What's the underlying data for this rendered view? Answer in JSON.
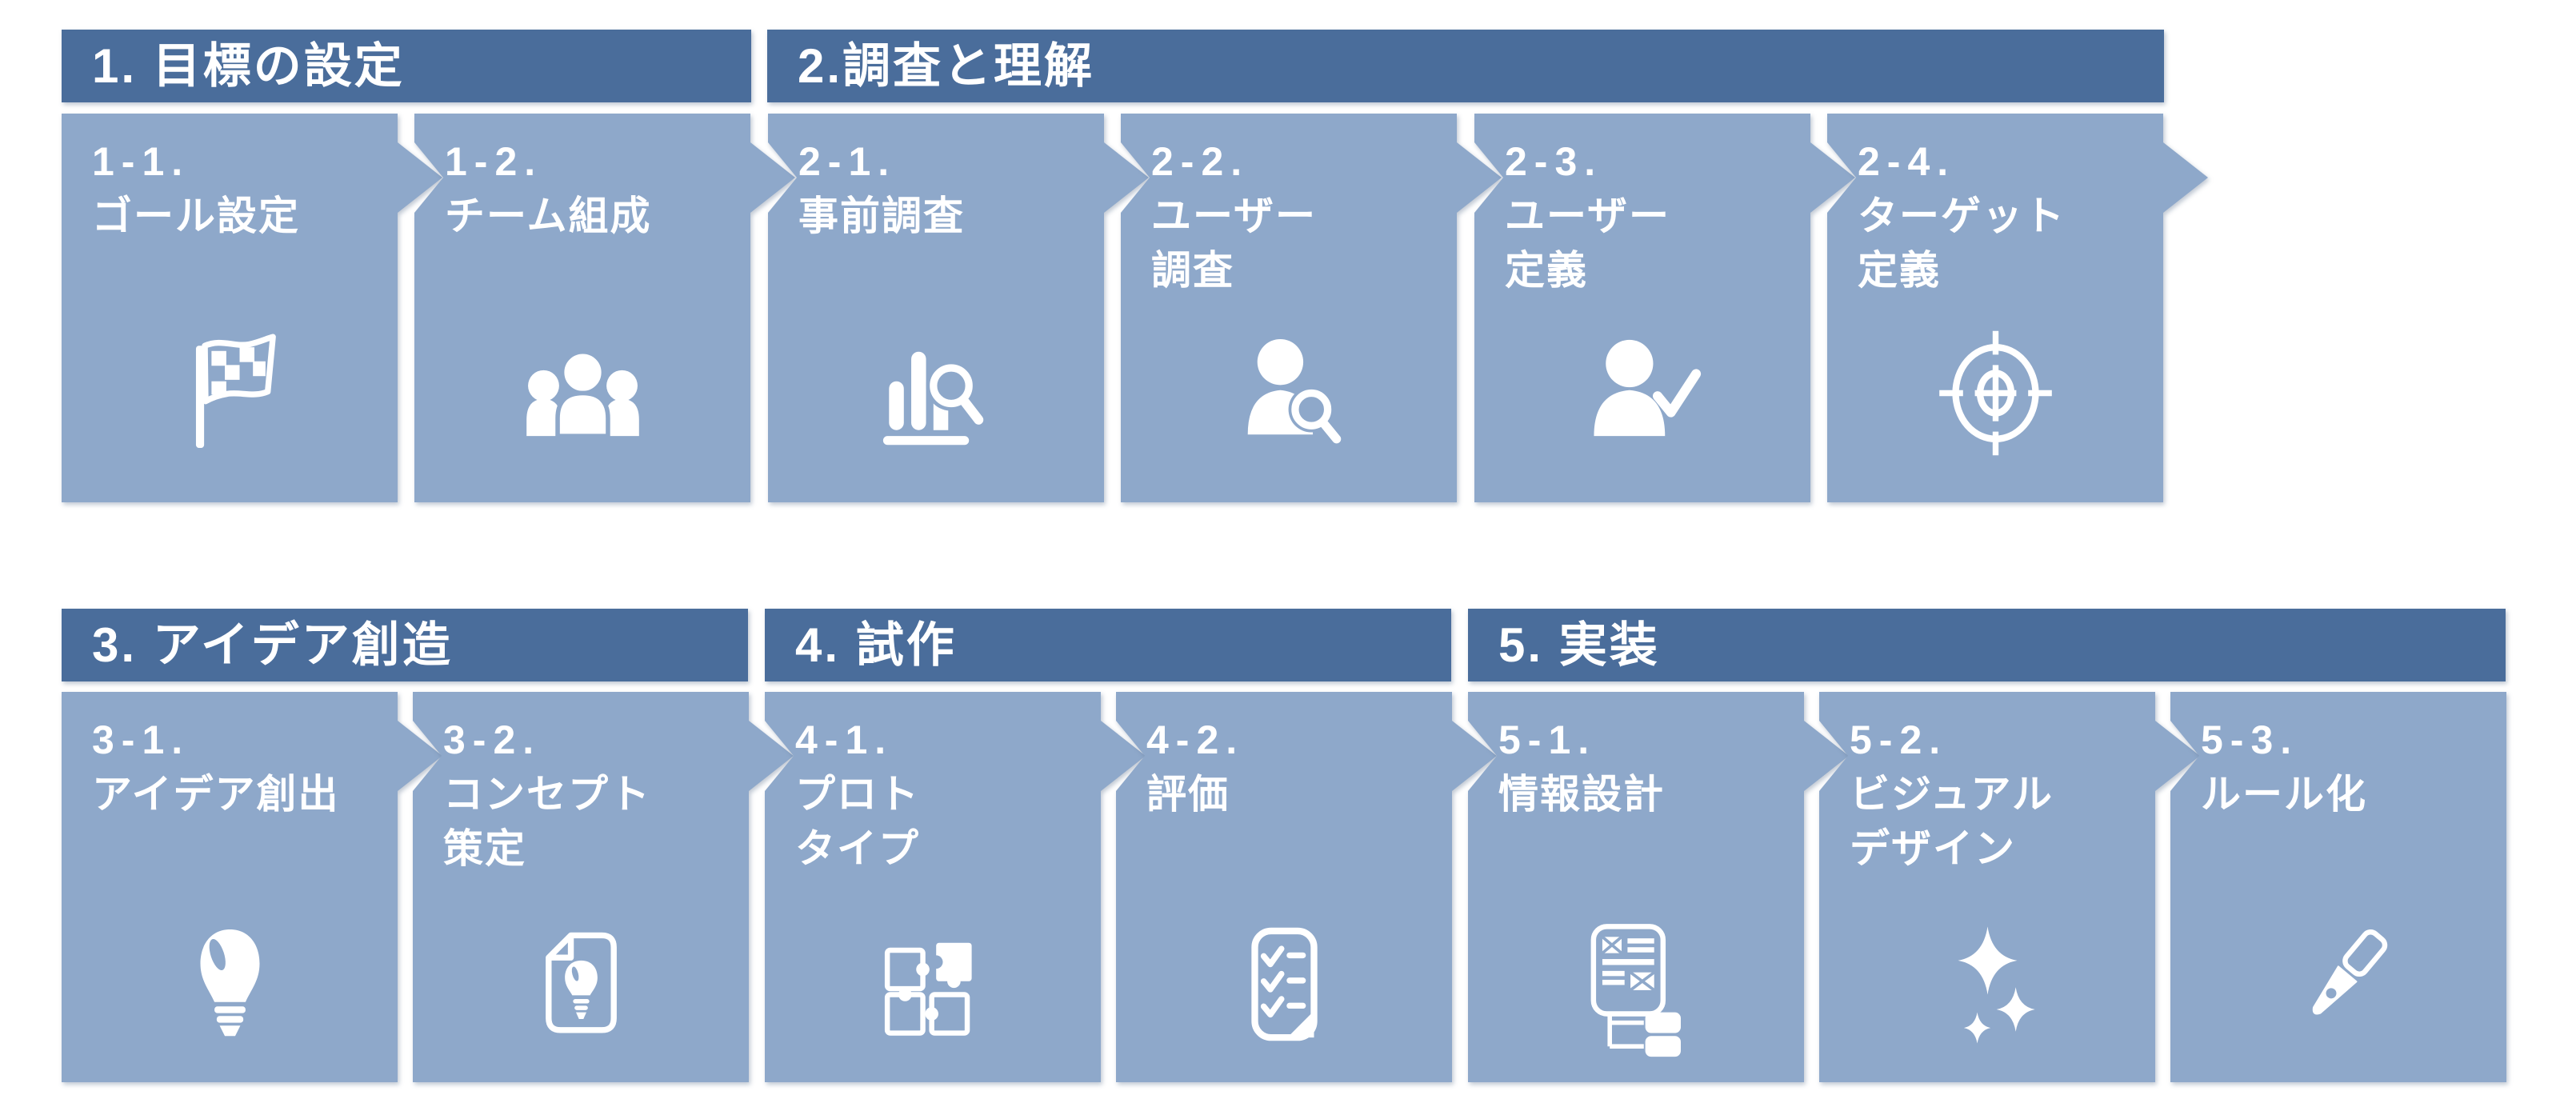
{
  "colors": {
    "header_bg": "#4a6d9b",
    "step_bg": "#8ea8ca",
    "text": "#ffffff",
    "background": "#ffffff"
  },
  "rows": [
    {
      "sections": [
        {
          "label": "1. 目標の設定",
          "steps": [
            {
              "number": "1-1.",
              "name": "ゴール設定",
              "icon": "checkered-flag"
            },
            {
              "number": "1-2.",
              "name": "チーム組成",
              "icon": "team"
            }
          ]
        },
        {
          "label": "2.調査と理解",
          "steps": [
            {
              "number": "2-1.",
              "name": "事前調査",
              "icon": "chart-magnifier"
            },
            {
              "number": "2-2.",
              "name": "ユーザー\n調査",
              "icon": "user-magnifier"
            },
            {
              "number": "2-3.",
              "name": "ユーザー\n定義",
              "icon": "user-check"
            },
            {
              "number": "2-4.",
              "name": "ターゲット\n定義",
              "icon": "target-scope"
            }
          ]
        }
      ]
    },
    {
      "sections": [
        {
          "label": "3. アイデア創造",
          "steps": [
            {
              "number": "3-1.",
              "name": "アイデア創出",
              "icon": "lightbulb"
            },
            {
              "number": "3-2.",
              "name": "コンセプト\n策定",
              "icon": "concept-document"
            }
          ]
        },
        {
          "label": "4. 試作",
          "steps": [
            {
              "number": "4-1.",
              "name": "プロト\nタイプ",
              "icon": "puzzle"
            },
            {
              "number": "4-2.",
              "name": "評価",
              "icon": "checklist"
            }
          ]
        },
        {
          "label": "5. 実装",
          "steps": [
            {
              "number": "5-1.",
              "name": "情報設計",
              "icon": "wireframe"
            },
            {
              "number": "5-2.",
              "name": "ビジュアル\nデザイン",
              "icon": "sparkles"
            },
            {
              "number": "5-3.",
              "name": "ルール化",
              "icon": "pen-nib"
            }
          ]
        }
      ]
    }
  ]
}
